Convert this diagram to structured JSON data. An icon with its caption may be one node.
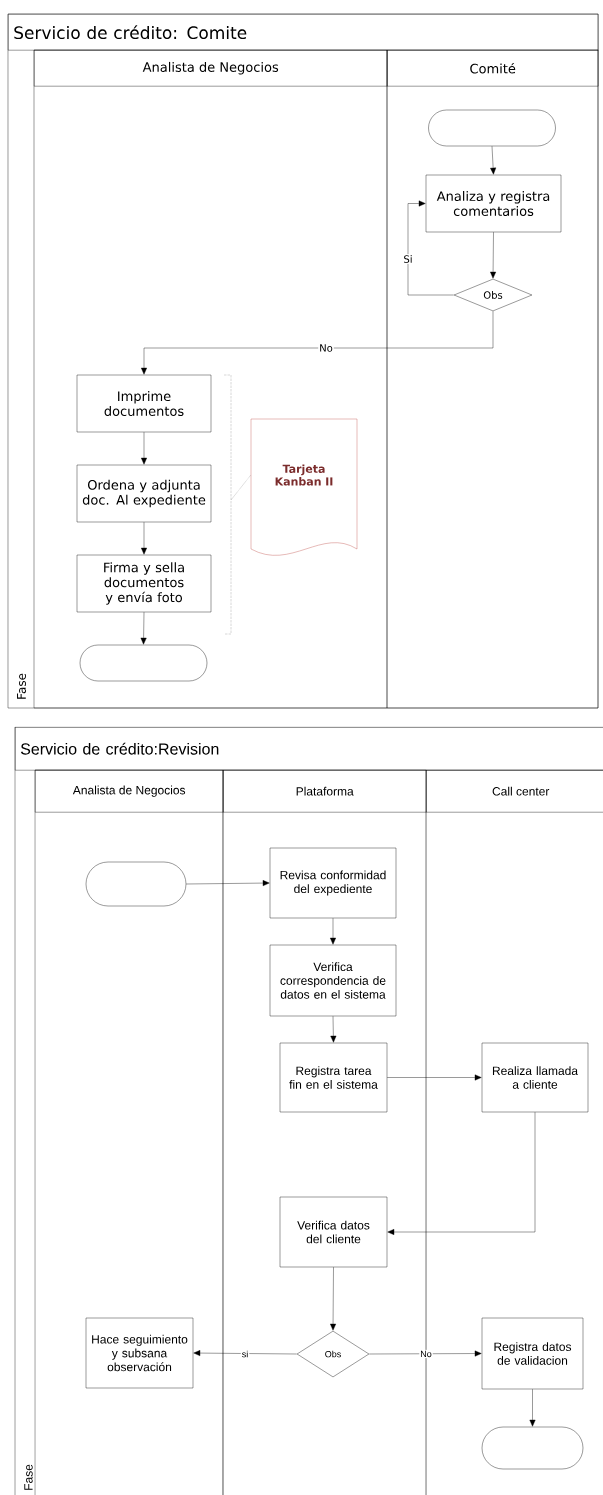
{
  "diagram": {
    "nodes": [
      {
        "text": [
          "Servicio de crédito: Comite"
        ]
      },
      {
        "text": [
          "Analista de Negocios"
        ],
        "in": 0
      },
      {
        "text": [
          "Comité"
        ],
        "in": 0
      },
      {
        "text": [],
        "shape": "oval",
        "in": 2
      },
      {
        "text": [
          "Analiza y registra comentarios"
        ],
        "in": 2
      },
      {
        "text": [
          "Obs"
        ],
        "in": 2
      },
      {
        "text": [
          "Imprime documentos"
        ],
        "in": 1
      },
      {
        "text": [
          "Ordena y adjunta doc. Al expediente"
        ],
        "in": 1
      },
      {
        "text": [
          "Firma y sella documentos y envía foto"
        ],
        "in": 1
      },
      {
        "text": [],
        "shape": "oval",
        "in": 1
      },
      {
        "text": [
          "Tarjeta Kanban II"
        ],
        "in": 1
      },
      {
        "text": [
          "Servicio de crédito:Revision"
        ]
      },
      {
        "text": [
          "Analista de Negocios"
        ],
        "in": 11
      },
      {
        "text": [
          "Plataforma"
        ],
        "in": 11
      },
      {
        "text": [
          "Call center"
        ],
        "in": 11
      },
      {
        "text": [],
        "shape": "oval",
        "in": 12
      },
      {
        "text": [
          "Revisa conformidad del expediente"
        ],
        "in": 13
      },
      {
        "text": [
          "Verifica correspondencia de datos en el sistema"
        ],
        "in": 13
      },
      {
        "text": [
          "Registra tarea fin en el sistema"
        ],
        "in": 13
      },
      {
        "text": [
          "Realiza llamada a cliente"
        ],
        "in": 14
      },
      {
        "text": [
          "Verifica datos del cliente"
        ],
        "in": 13
      },
      {
        "text": [
          "Obs"
        ],
        "in": 13
      },
      {
        "text": [
          "Hace seguimiento y subsana observación"
        ],
        "in": 12
      },
      {
        "text": [
          "Registra datos de validacion"
        ],
        "in": 14
      },
      {
        "text": [],
        "shape": "oval",
        "in": 14
      }
    ],
    "edges": [
      {
        "from": 3,
        "to": 4,
        "arrow": "to"
      },
      {
        "from": 4,
        "to": 5,
        "arrow": "to"
      },
      {
        "from": 5,
        "to": 4,
        "arrow": "to",
        "label": "Si"
      },
      {
        "from": 5,
        "to": 6,
        "arrow": "to",
        "label": "No"
      },
      {
        "from": 6,
        "to": 7,
        "arrow": "to"
      },
      {
        "from": 7,
        "to": 8,
        "arrow": "to"
      },
      {
        "from": 8,
        "to": 9,
        "arrow": "to"
      },
      {
        "from": null,
        "to": 10,
        "arrow": "none",
        "style": "dashed"
      },
      {
        "from": 15,
        "to": 16,
        "arrow": "to"
      },
      {
        "from": 16,
        "to": 17,
        "arrow": "to"
      },
      {
        "from": 17,
        "to": 18,
        "arrow": "to"
      },
      {
        "from": 18,
        "to": 19,
        "arrow": "to"
      },
      {
        "from": 19,
        "to": 20,
        "arrow": "to"
      },
      {
        "from": 20,
        "to": 21,
        "arrow": "to"
      },
      {
        "from": 21,
        "to": 22,
        "arrow": "to",
        "label": "si"
      },
      {
        "from": 21,
        "to": 23,
        "arrow": "to",
        "label": "No"
      },
      {
        "from": 23,
        "to": 24,
        "arrow": "to"
      }
    ],
    "labels": [
      "Fase",
      "Fase"
    ]
  }
}
